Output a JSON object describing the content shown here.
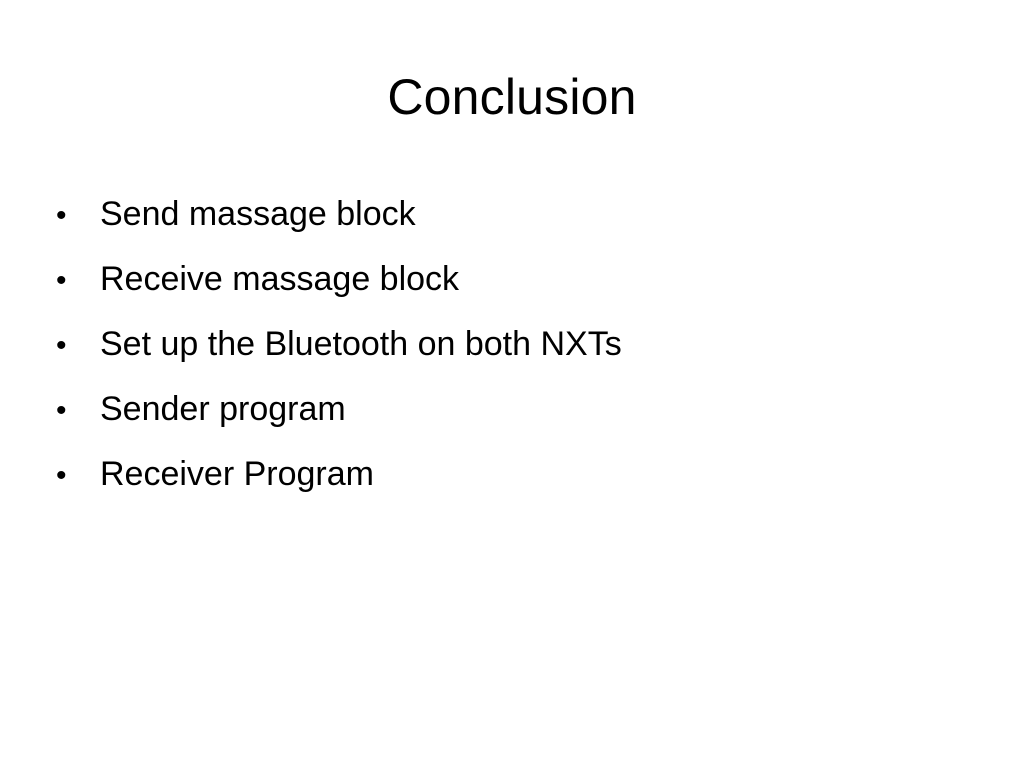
{
  "slide": {
    "title": "Conclusion",
    "bullet_glyph": "•",
    "bullets": [
      "Send massage block",
      "Receive massage block",
      "Set up the Bluetooth on both NXTs",
      "Sender program",
      "Receiver Program"
    ]
  },
  "colors": {
    "background": "#ffffff",
    "text": "#000000"
  }
}
